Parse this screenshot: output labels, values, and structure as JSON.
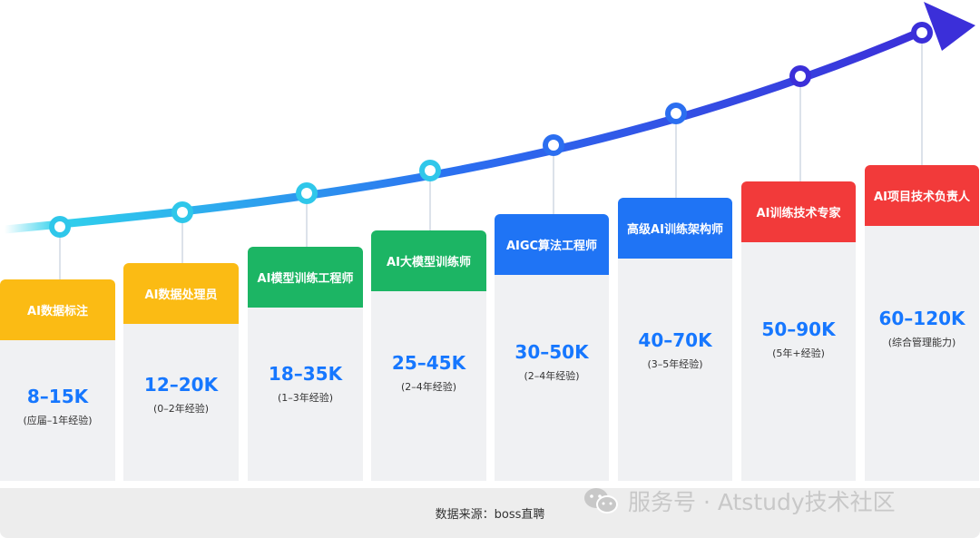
{
  "colors": {
    "yellow": "#fbbb14",
    "green": "#1cb564",
    "blue": "#1f74f5",
    "red": "#f23a3a",
    "salary": "#1677ff",
    "arrow_start": "#2fd0ec",
    "arrow_mid": "#2b6ef0",
    "arrow_end": "#3b2fd9"
  },
  "roles": [
    {
      "title": "AI数据标注",
      "salary": "8–15K",
      "experience": "(应届–1年经验)",
      "tag_color": "yellow"
    },
    {
      "title": "AI数据处理员",
      "salary": "12–20K",
      "experience": "(0–2年经验)",
      "tag_color": "yellow"
    },
    {
      "title": "AI模型训练工程师",
      "salary": "18–35K",
      "experience": "(1–3年经验)",
      "tag_color": "green"
    },
    {
      "title": "AI大模型训练师",
      "salary": "25–45K",
      "experience": "(2–4年经验)",
      "tag_color": "green"
    },
    {
      "title": "AIGC算法工程师",
      "salary": "30–50K",
      "experience": "(2–4年经验)",
      "tag_color": "blue"
    },
    {
      "title": "高级AI训练架构师",
      "salary": "40–70K",
      "experience": "(3–5年经验)",
      "tag_color": "blue"
    },
    {
      "title": "AI训练技术专家",
      "salary": "50–90K",
      "experience": "(5年+经验)",
      "tag_color": "red"
    },
    {
      "title": "AI项目技术负责人",
      "salary": "60–120K",
      "experience": "(综合管理能力)",
      "tag_color": "red"
    }
  ],
  "source_note": "数据来源：boss直聘",
  "watermark": {
    "text": "服务号 · Atstudy技术社区",
    "icon": "wechat-icon"
  }
}
